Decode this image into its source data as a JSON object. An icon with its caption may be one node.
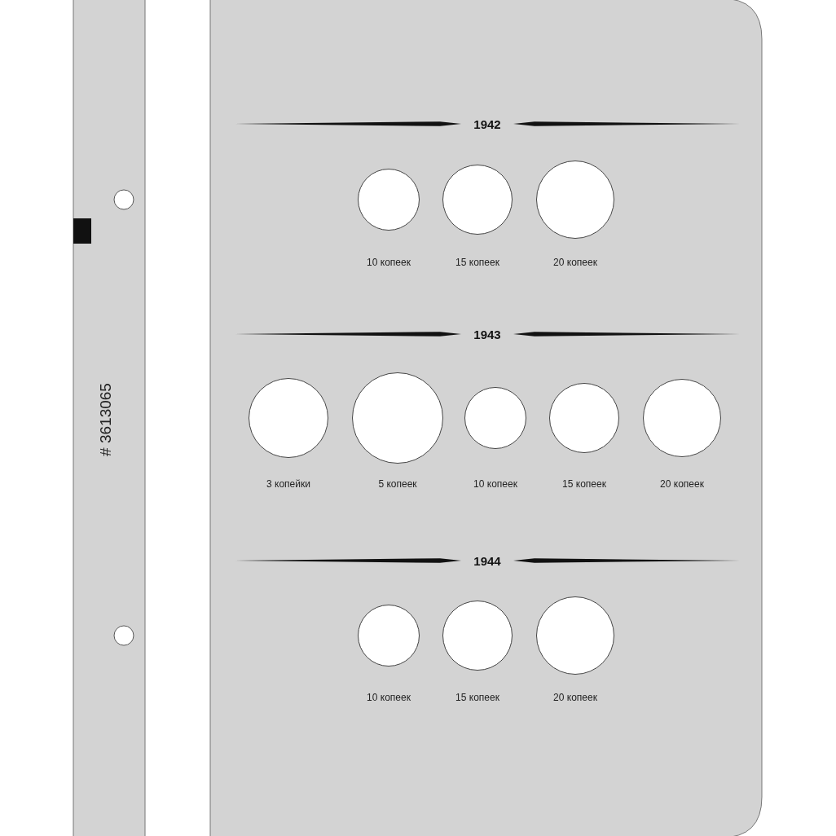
{
  "diagram": {
    "nodes": [
      {
        "text": [],
        "shape": "circle",
        "beside": [
          "10 копеек"
        ]
      },
      {
        "text": [],
        "shape": "circle",
        "beside": [
          "15 копеек"
        ]
      },
      {
        "text": [],
        "shape": "circle",
        "beside": [
          "20 копеек"
        ]
      },
      {
        "text": [],
        "shape": "circle",
        "beside": [
          "3 копейки"
        ]
      },
      {
        "text": [],
        "shape": "circle",
        "beside": [
          "5 копеек"
        ]
      },
      {
        "text": [],
        "shape": "circle",
        "beside": [
          "10 копеек"
        ]
      },
      {
        "text": [],
        "shape": "circle",
        "beside": [
          "15 копеек"
        ]
      },
      {
        "text": [],
        "shape": "circle",
        "beside": [
          "20 копеек"
        ]
      },
      {
        "text": [],
        "shape": "circle",
        "beside": [
          "10 копеек"
        ]
      },
      {
        "text": [],
        "shape": "circle",
        "beside": [
          "15 копеек"
        ]
      },
      {
        "text": [],
        "shape": "circle",
        "beside": [
          "20 копеек"
        ]
      }
    ],
    "labels": [
      "# 3613065",
      "1942",
      "1943",
      "1944"
    ]
  }
}
